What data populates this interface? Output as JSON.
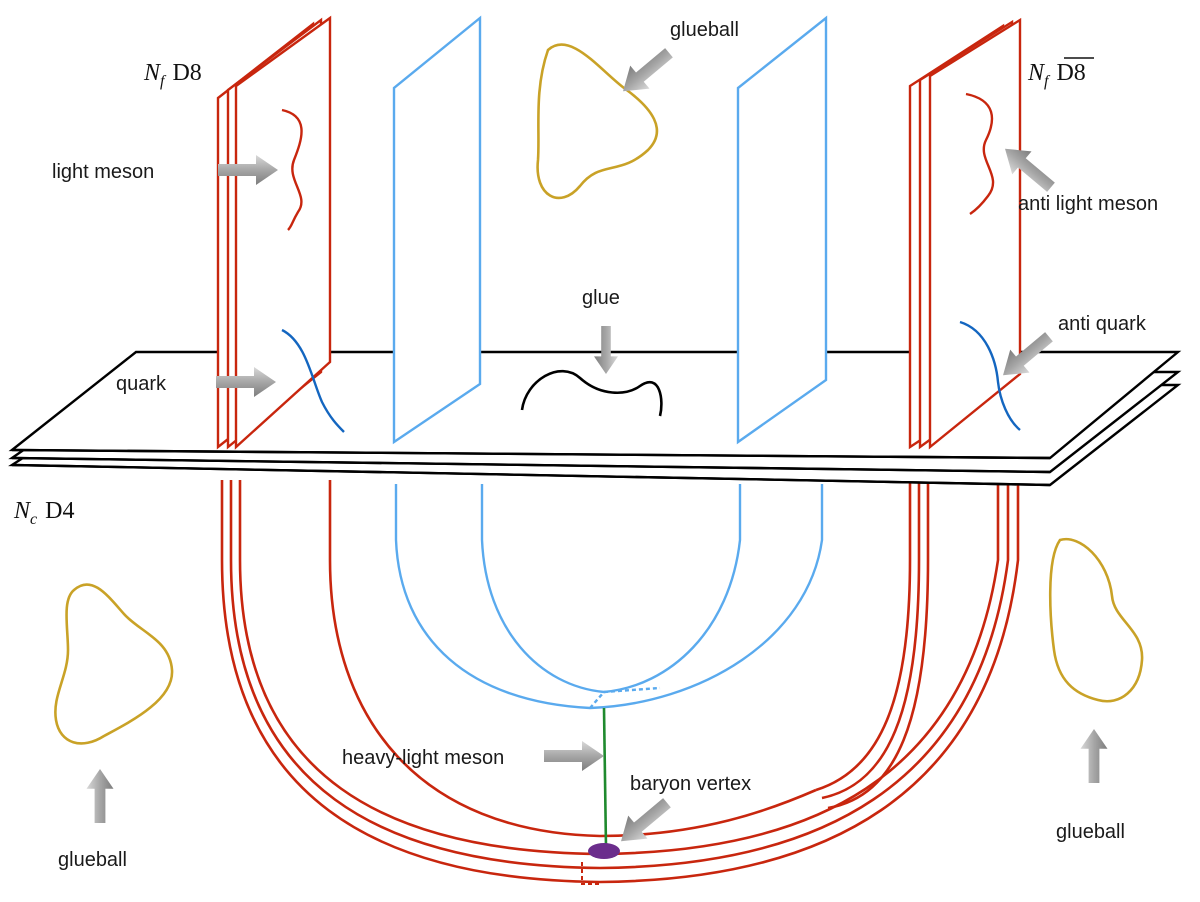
{
  "labels": {
    "nf_d8": {
      "n": "N",
      "sub": "f",
      "name": "D8"
    },
    "nf_anti_d8": {
      "n": "N",
      "sub": "f",
      "name": "D8"
    },
    "nc_d4": {
      "n": "N",
      "sub": "c",
      "name": "D4"
    },
    "glueball_top": "glueball",
    "glueball_left": "glueball",
    "glueball_right": "glueball",
    "light_meson": "light meson",
    "anti_light_meson": "anti light meson",
    "glue": "glue",
    "quark": "quark",
    "anti_quark": "anti quark",
    "heavy_light_meson": "heavy-light meson",
    "baryon_vertex": "baryon vertex"
  },
  "colors": {
    "d8_brane": "#c8260e",
    "blue_brane": "#5aaaee",
    "d4_brane": "#000000",
    "glueball_loop": "#c9a227",
    "quark_string": "#1466c0",
    "meson_string": "#c8260e",
    "glue_string": "#000000",
    "heavy_light_string": "#1f8a2e",
    "baryon_vertex": "#6b2d8c",
    "arrow": "#9c9c9c"
  }
}
